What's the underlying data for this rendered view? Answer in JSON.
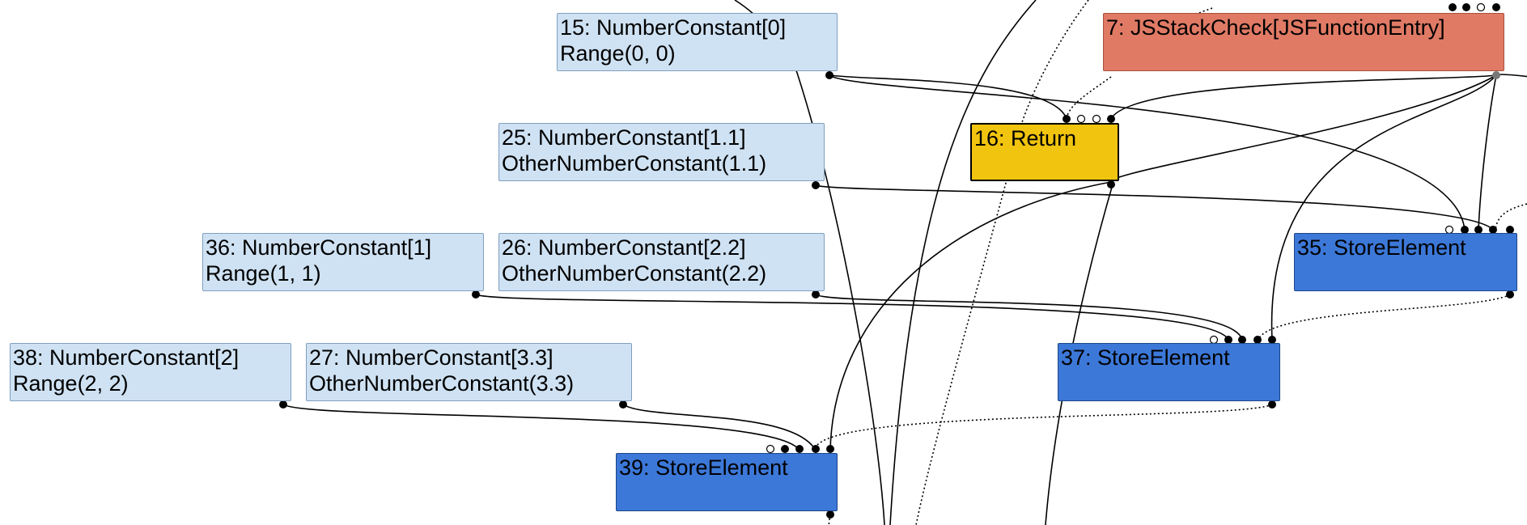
{
  "graph": {
    "nodes": {
      "n15": {
        "line1": "15: NumberConstant[0]",
        "line2": "Range(0, 0)"
      },
      "n25": {
        "line1": "25: NumberConstant[1.1]",
        "line2": "OtherNumberConstant(1.1)"
      },
      "n36": {
        "line1": "36: NumberConstant[1]",
        "line2": "Range(1, 1)"
      },
      "n26": {
        "line1": "26: NumberConstant[2.2]",
        "line2": "OtherNumberConstant(2.2)"
      },
      "n38": {
        "line1": "38: NumberConstant[2]",
        "line2": "Range(2, 2)"
      },
      "n27": {
        "line1": "27: NumberConstant[3.3]",
        "line2": "OtherNumberConstant(3.3)"
      },
      "n7": {
        "line1": "7: JSStackCheck[JSFunctionEntry]"
      },
      "n16": {
        "line1": "16: Return"
      },
      "n35": {
        "line1": "35: StoreElement"
      },
      "n37": {
        "line1": "37: StoreElement"
      },
      "n39": {
        "line1": "39: StoreElement"
      }
    },
    "colors": {
      "constant_fill": "#cfe2f3",
      "store_fill": "#3c78d8",
      "return_fill": "#f1c40f",
      "stackcheck_fill": "#e07a65"
    }
  }
}
